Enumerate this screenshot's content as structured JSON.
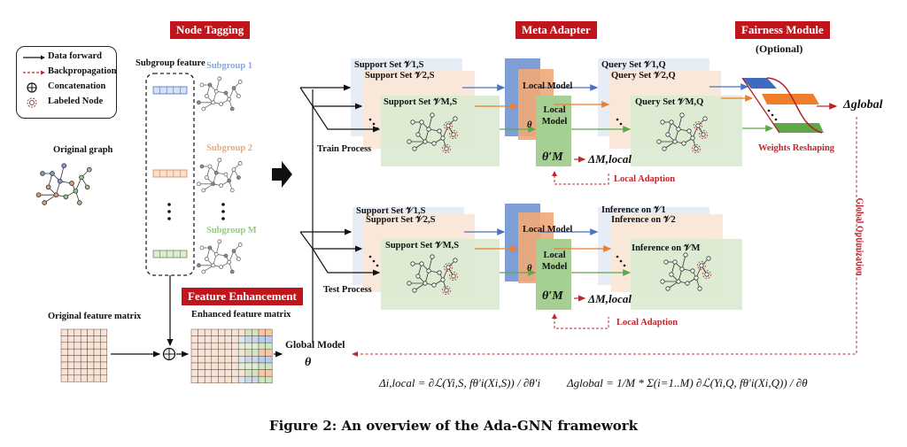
{
  "legend": {
    "items": [
      {
        "icon": "solid-arrow",
        "label": "Data forward"
      },
      {
        "icon": "dashed-red-arrow",
        "label": "Backpropagation"
      },
      {
        "icon": "circled-plus",
        "label": "Concatenation"
      },
      {
        "icon": "labeled-node",
        "label": "Labeled Node"
      }
    ]
  },
  "node_tagging": {
    "title": "Node Tagging",
    "subgroup_feature_label": "Subgroup feature",
    "original_graph_label": "Original graph",
    "subgroups": [
      {
        "label": "Subgroup 1",
        "color": "#8aa8d8"
      },
      {
        "label": "Subgroup 2",
        "color": "#e8a878"
      },
      {
        "label": "Subgroup M",
        "color": "#98c888"
      }
    ]
  },
  "feature_enhancement": {
    "title": "Feature Enhancement",
    "original_matrix_label": "Original feature matrix",
    "enhanced_matrix_label": "Enhanced feature matrix",
    "global_model_label": "Global Model",
    "global_model_symbol": "θ"
  },
  "meta_adapter": {
    "title": "Meta Adapter",
    "train": {
      "process_label": "Train Process",
      "support_sets": [
        "Support Set 𝒱1,S",
        "Support Set 𝒱2,S",
        "Support Set 𝒱M,S"
      ],
      "local_models": [
        "Local Model",
        "Local Model",
        "Local Model"
      ],
      "theta_back": "θ",
      "theta_prime": "θ′M",
      "delta_local": "ΔM,local",
      "local_adaption": "Local Adaption",
      "query_sets": [
        "Query Set 𝒱1,Q",
        "Query Set 𝒱2,Q",
        "Query Set 𝒱M,Q"
      ]
    },
    "test": {
      "process_label": "Test Process",
      "support_sets": [
        "Support Set 𝒱1,S",
        "Support Set 𝒱2,S",
        "Support Set 𝒱M,S"
      ],
      "local_models": [
        "Local Model",
        "Local Model",
        "Local Model"
      ],
      "theta_back": "θ",
      "theta_prime": "θ′M",
      "delta_local": "ΔM,local",
      "local_adaption": "Local Adaption",
      "inference_sets": [
        "Inference on 𝒱1",
        "Inference on 𝒱2",
        "Inference on 𝒱M"
      ]
    }
  },
  "fairness_module": {
    "title": "Fairness Module",
    "subtitle": "(Optional)",
    "weights_label": "Weights Reshaping",
    "delta_global": "Δglobal",
    "global_optimization": "Global Optimization"
  },
  "equations": {
    "local": "Δi,local = ∂ℒ(Yi,S, fθ′i(Xi,S)) / ∂θ′i",
    "global": "Δglobal = 1/M * Σ(i=1..M) ∂ℒ(Yi,Q, fθ′i(Xi,Q)) / ∂θ"
  },
  "colors": {
    "accent_red": "#c0151d",
    "blue": "#4a72c4",
    "orange": "#ef7d2a",
    "green": "#5fa84a",
    "panel_blue": "#e3ebf6",
    "panel_orange": "#fbe5d6",
    "panel_green": "#dcebd3"
  },
  "caption": "Figure 2: An overview of the Ada-GNN framework"
}
